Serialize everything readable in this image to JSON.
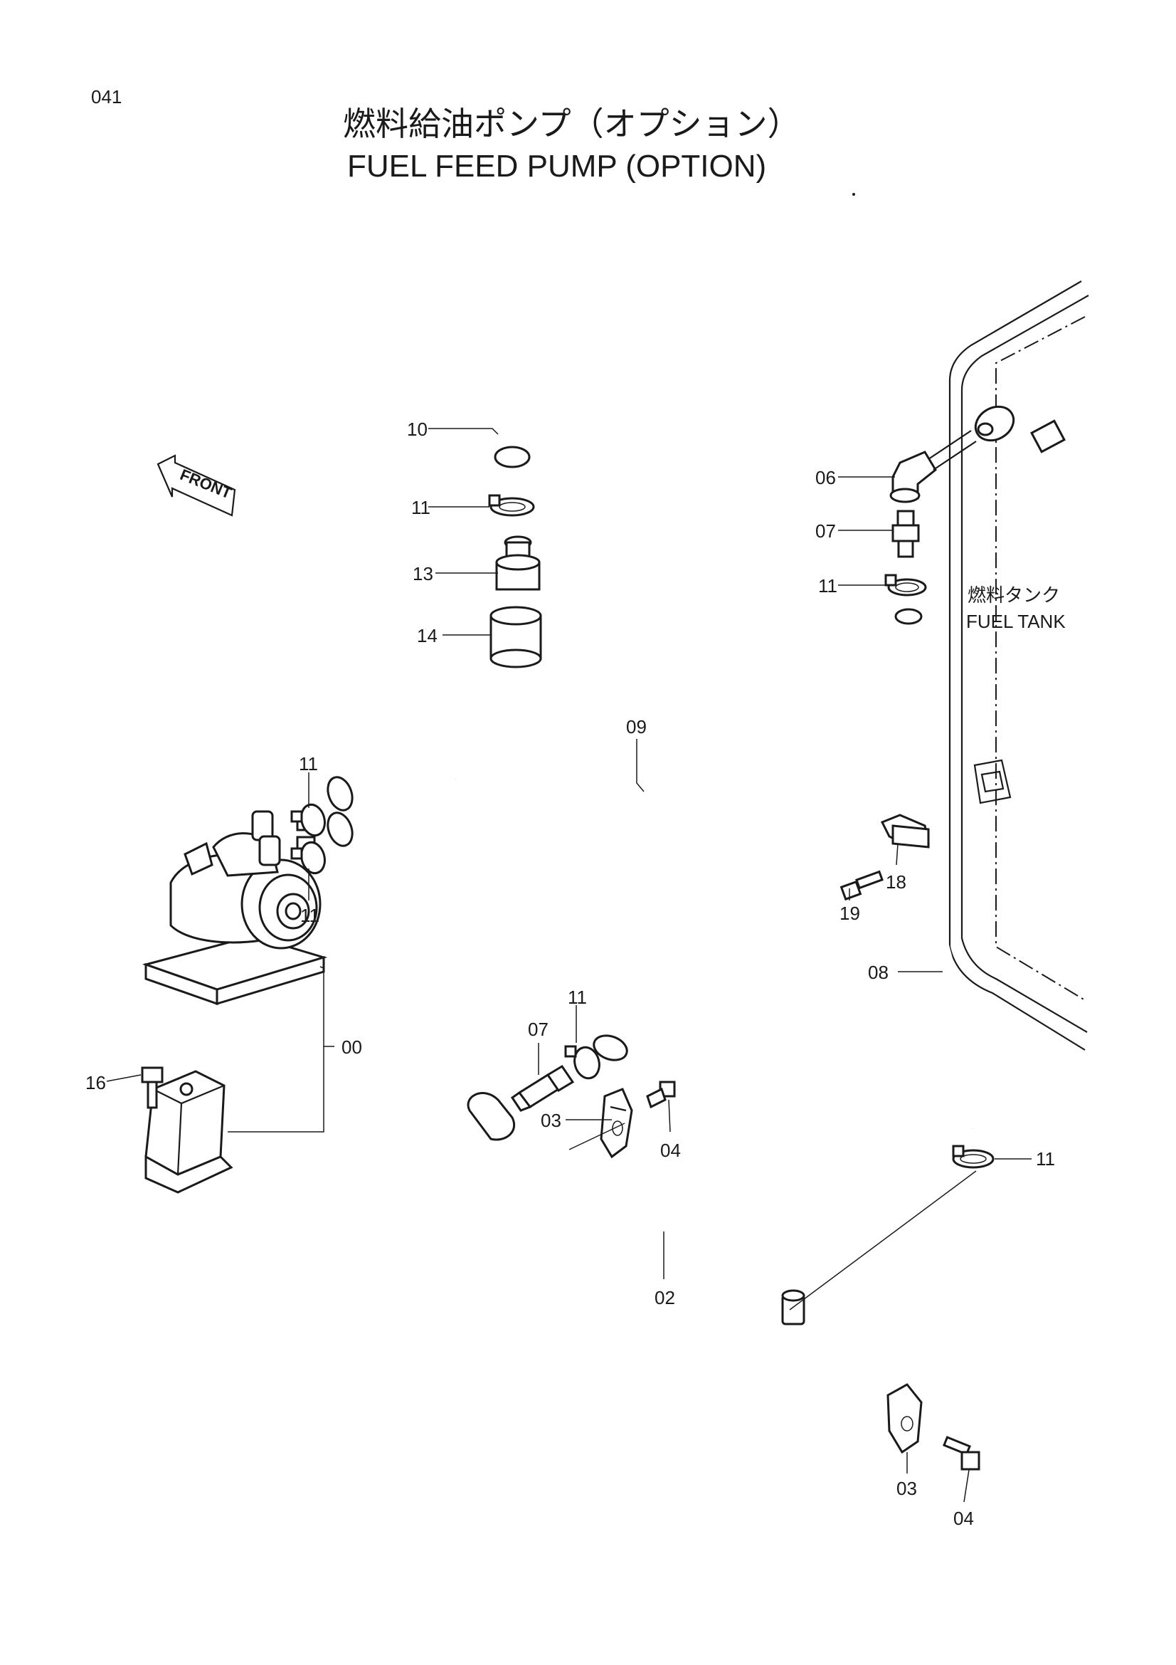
{
  "header": {
    "page_number": "041",
    "title_jp": "燃料給油ポンプ（オプション）",
    "title_en": "FUEL FEED PUMP (OPTION)"
  },
  "front_arrow": {
    "label": "FRONT"
  },
  "fuel_tank": {
    "label_jp": "燃料タンク",
    "label_en": "FUEL TANK"
  },
  "callouts": [
    {
      "id": "c10",
      "text": "10"
    },
    {
      "id": "c11a",
      "text": "11"
    },
    {
      "id": "c13",
      "text": "13"
    },
    {
      "id": "c14",
      "text": "14"
    },
    {
      "id": "c06",
      "text": "06"
    },
    {
      "id": "c07a",
      "text": "07"
    },
    {
      "id": "c11b",
      "text": "11"
    },
    {
      "id": "c09",
      "text": "09"
    },
    {
      "id": "c11c",
      "text": "11"
    },
    {
      "id": "c11d",
      "text": "11"
    },
    {
      "id": "c19",
      "text": "19"
    },
    {
      "id": "c18",
      "text": "18"
    },
    {
      "id": "c08",
      "text": "08"
    },
    {
      "id": "c00",
      "text": "00"
    },
    {
      "id": "c11e",
      "text": "11"
    },
    {
      "id": "c07b",
      "text": "07"
    },
    {
      "id": "c16",
      "text": "16"
    },
    {
      "id": "c03a",
      "text": "03"
    },
    {
      "id": "c04a",
      "text": "04"
    },
    {
      "id": "c11f",
      "text": "11"
    },
    {
      "id": "c02",
      "text": "02"
    },
    {
      "id": "c03b",
      "text": "03"
    },
    {
      "id": "c04b",
      "text": "04"
    }
  ]
}
